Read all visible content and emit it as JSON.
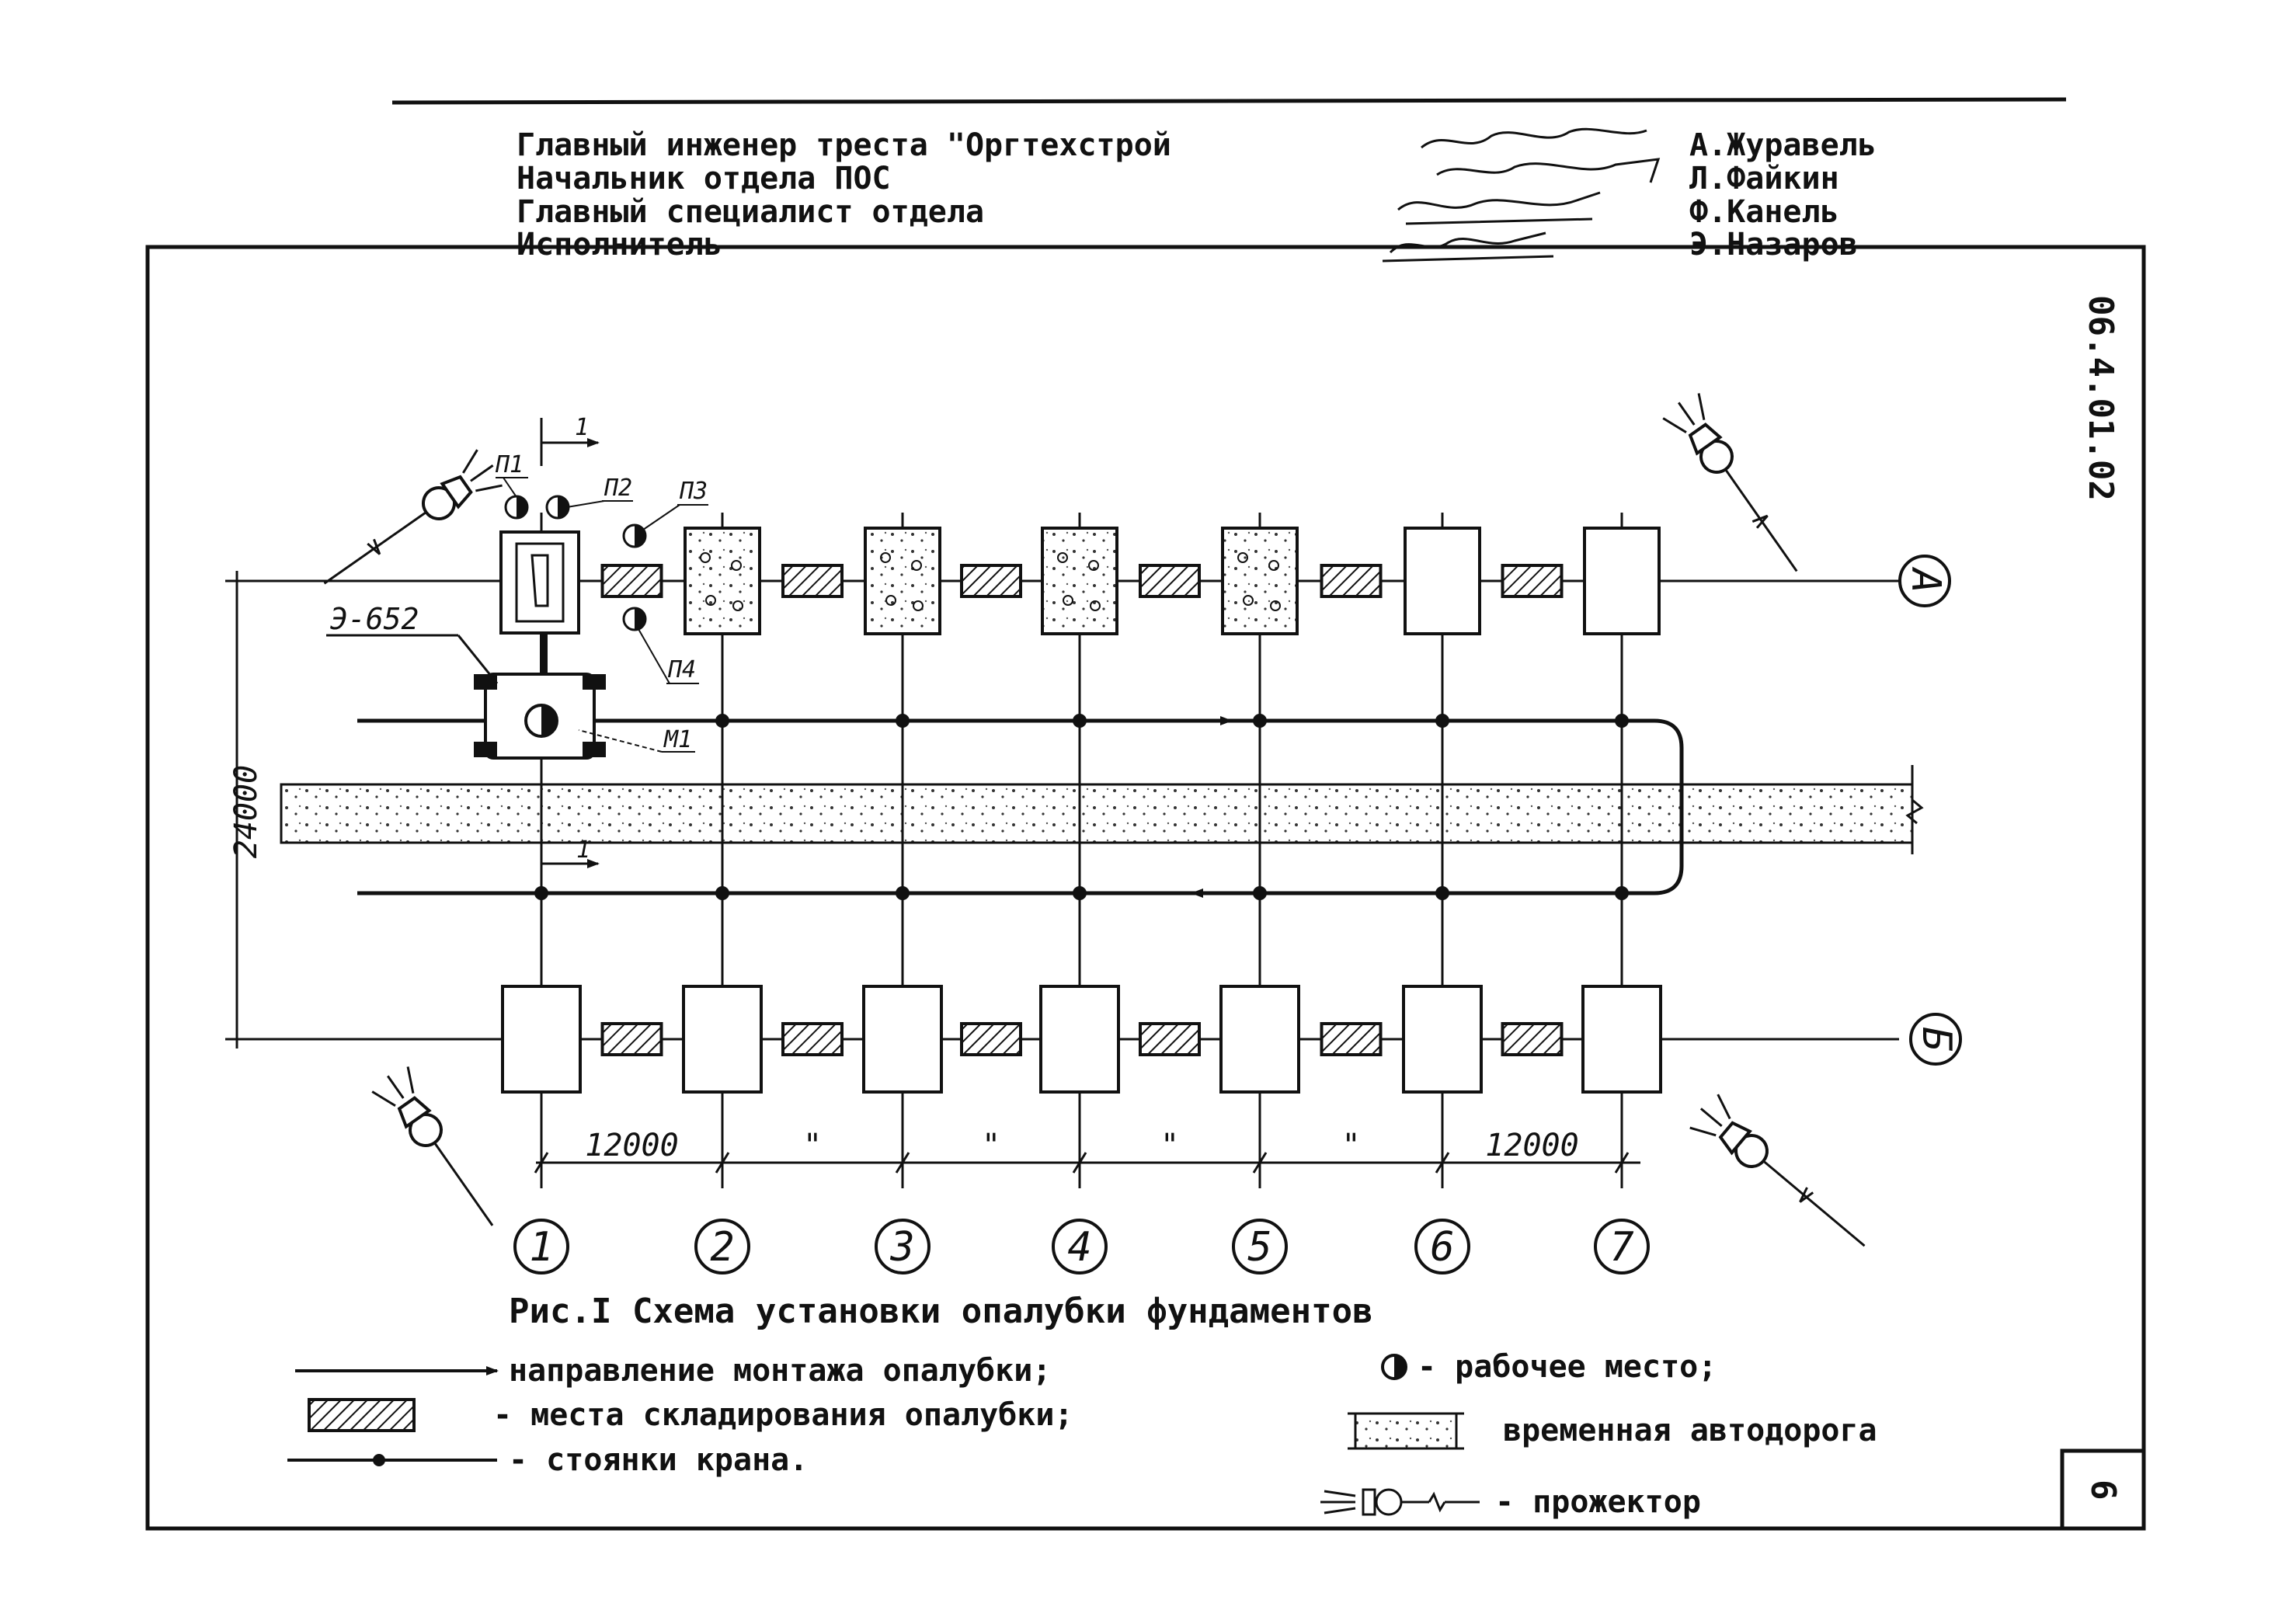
{
  "header": {
    "positions": [
      "Главный инженер треста \"Оргтехстрой",
      "Начальник отдела ПОС",
      "Главный специалист отдела",
      "Исполнитель"
    ],
    "names": [
      "А.Журавель",
      "Л.Файкин",
      "Ф.Канель",
      "Э.Назаров"
    ]
  },
  "document_code": "06.4.01.02",
  "page_number": "6",
  "figure": {
    "caption": "Рис.I Схема установки опалубки фундаментов",
    "crane_label": "Э-652",
    "workplace_labels": [
      "П1",
      "П2",
      "П3",
      "П4"
    ],
    "section_mark": "1",
    "crane_stand_label": "М1",
    "left_dimension": "24000",
    "column_axes": [
      "1",
      "2",
      "3",
      "4",
      "5",
      "6",
      "7"
    ],
    "row_axes": [
      "А",
      "Б"
    ],
    "spacing_labels": [
      "12000",
      "\"",
      "\"",
      "\"",
      "\"",
      "12000"
    ]
  },
  "legend": {
    "direction": "направление монтажа опалубки;",
    "storage": "- места складирования опалубки;",
    "crane_stands": "- стоянки крана.",
    "workplace": "- рабочее место;",
    "road": "временная автодорога",
    "projector": "- прожектор"
  }
}
